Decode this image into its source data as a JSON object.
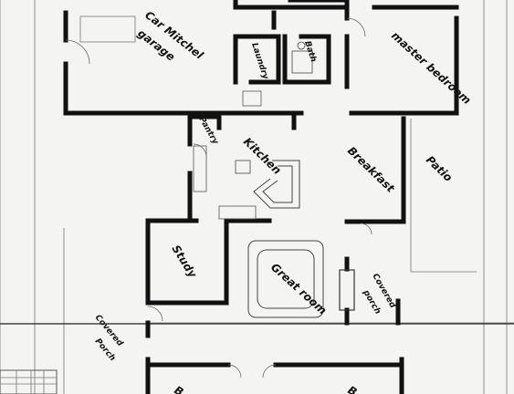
{
  "rooms": {
    "garage": {
      "line1": "Car Mitchel",
      "line2": "garage"
    },
    "laundry": "Laundry",
    "bath": "Bath",
    "master_bedroom": "master bedroom",
    "pantry": "Pantry",
    "kitchen": "Kitchen",
    "breakfast": "Breakfast",
    "patio": "Patio",
    "study": "Study",
    "great_room": "Great room",
    "covered_porch_right": {
      "line1": "Covered",
      "line2": "porch"
    },
    "covered_porch_left": {
      "line1": "Covered",
      "line2": "Porch"
    },
    "bedroom_left": "B",
    "bedroom_right": "B"
  },
  "colors": {
    "wall": "#111111",
    "paper": "#f4f4f2",
    "ink": "#141414"
  }
}
